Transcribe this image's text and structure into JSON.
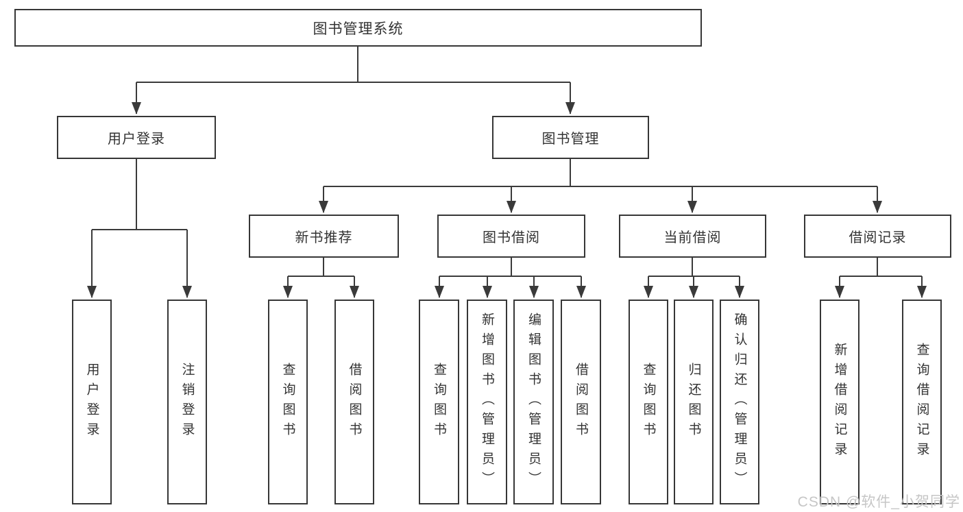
{
  "diagram": {
    "title_node": "图书管理系统",
    "tree": {
      "root_label": "图书管理系统",
      "branches": [
        {
          "label": "用户登录",
          "leaves": [
            "用户登录",
            "注销登录"
          ]
        },
        {
          "label": "图书管理",
          "groups": [
            {
              "label": "新书推荐",
              "leaves": [
                "查询图书",
                "借阅图书"
              ]
            },
            {
              "label": "图书借阅",
              "leaves": [
                "查询图书",
                "新增图书（管理员）",
                "编辑图书（管理员）",
                "借阅图书"
              ]
            },
            {
              "label": "当前借阅",
              "leaves": [
                "查询图书",
                "归还图书",
                "确认归还（管理员）"
              ]
            },
            {
              "label": "借阅记录",
              "leaves": [
                "新增借阅记录",
                "查询借阅记录"
              ]
            }
          ]
        }
      ]
    },
    "colors": {
      "line": "#3a3a3a",
      "box_border": "#363636",
      "text": "#333333",
      "background": "#ffffff",
      "watermark": "#c6c6c6"
    }
  },
  "watermark": {
    "text": "CSDN @软件_小贺同学"
  }
}
